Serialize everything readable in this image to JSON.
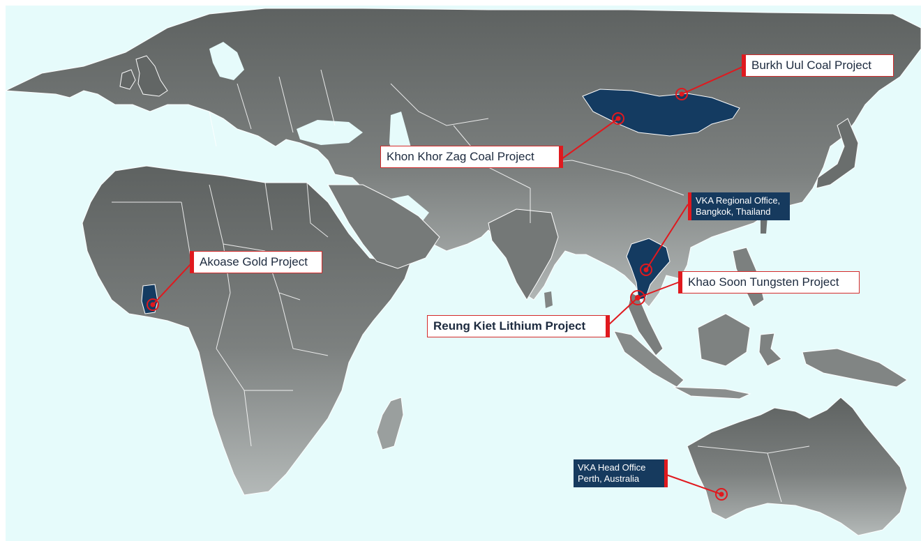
{
  "map": {
    "colors": {
      "ocean": "#e6fbfb",
      "land": "#6e7270",
      "land_light": "#a6abaa",
      "highlight": "#143b61",
      "accent": "#e0191e",
      "border": "#ffffff"
    },
    "highlighted_countries": [
      "Mongolia",
      "Thailand",
      "Ghana"
    ]
  },
  "labels": {
    "burkh_uul": "Burkh Uul Coal Project",
    "khon_khor_zag": "Khon Khor Zag Coal Project",
    "vka_regional_line1": "VKA Regional Office,",
    "vka_regional_line2": "Bangkok, Thailand",
    "khao_soon": "Khao Soon Tungsten Project",
    "reung_kiet": "Reung Kiet Lithium Project",
    "akoase": "Akoase Gold Project",
    "vka_head_line1": "VKA Head Office",
    "vka_head_line2": "Perth, Australia"
  }
}
